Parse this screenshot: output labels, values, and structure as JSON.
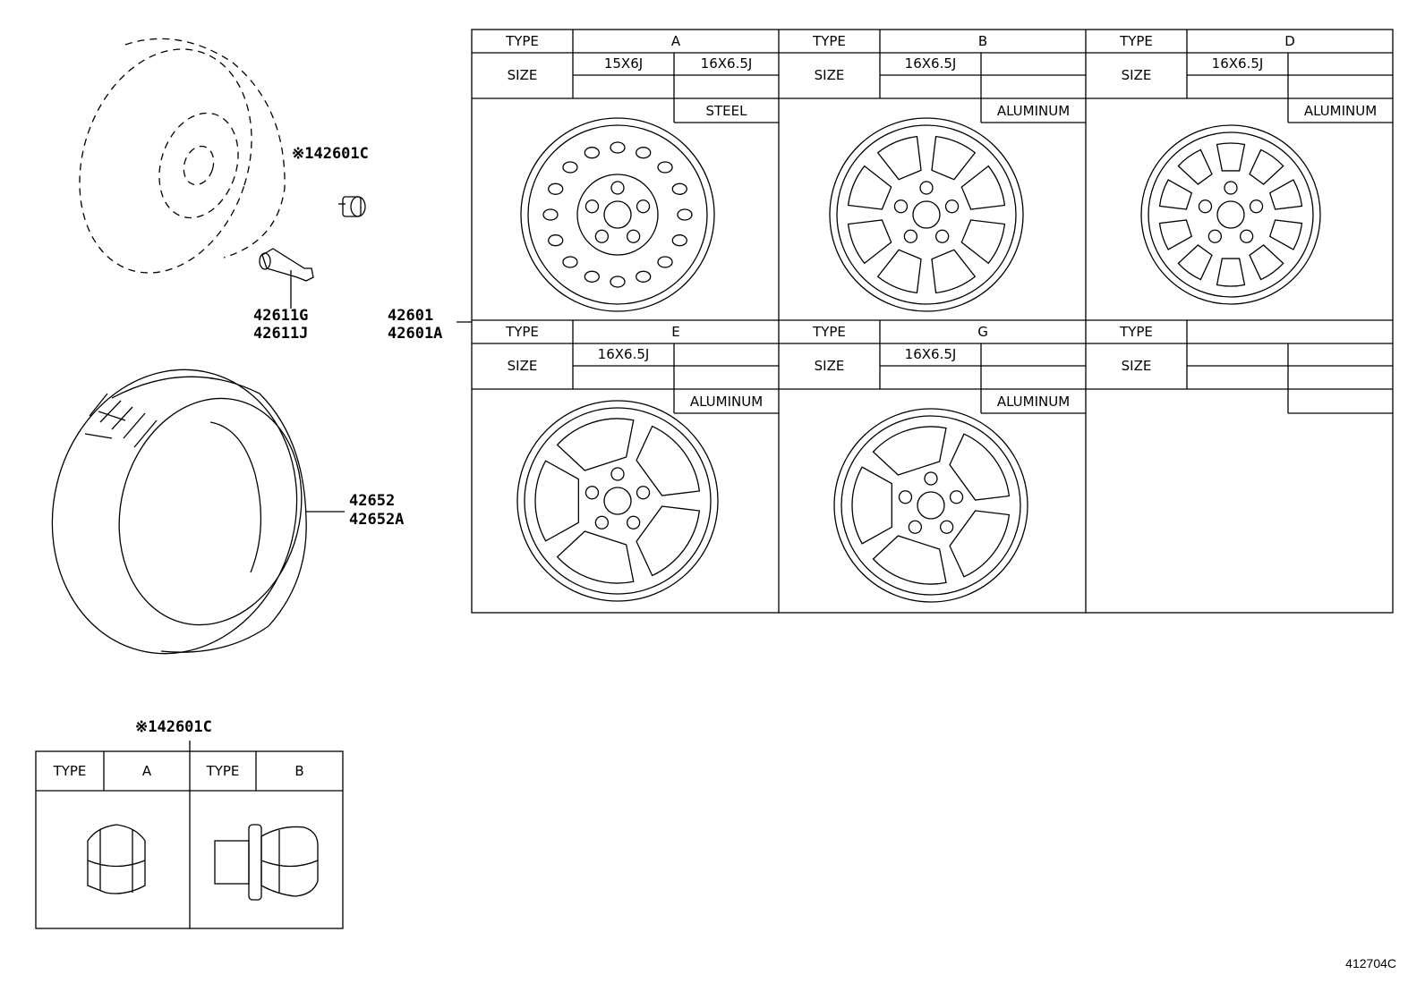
{
  "parts": {
    "lug_nut_ref": "※142601C",
    "valve_a": "42611G",
    "valve_b": "42611J",
    "wheel_a": "42601",
    "wheel_b": "42601A",
    "tire_a": "42652",
    "tire_b": "42652A"
  },
  "wheel_table": {
    "type_label": "TYPE",
    "size_label": "SIZE",
    "cells": [
      {
        "type": "A",
        "sizes": [
          "15X6J",
          "16X6.5J"
        ],
        "material": "STEEL"
      },
      {
        "type": "B",
        "sizes": [
          "16X6.5J"
        ],
        "material": "ALUMINUM"
      },
      {
        "type": "D",
        "sizes": [
          "16X6.5J"
        ],
        "material": "ALUMINUM"
      },
      {
        "type": "E",
        "sizes": [
          "16X6.5J"
        ],
        "material": "ALUMINUM"
      },
      {
        "type": "G",
        "sizes": [
          "16X6.5J"
        ],
        "material": "ALUMINUM"
      },
      {
        "type": "",
        "sizes": [],
        "material": ""
      }
    ]
  },
  "nut_table": {
    "title": "※142601C",
    "type_label": "TYPE",
    "types": [
      "A",
      "B"
    ]
  },
  "reference": "412704C"
}
